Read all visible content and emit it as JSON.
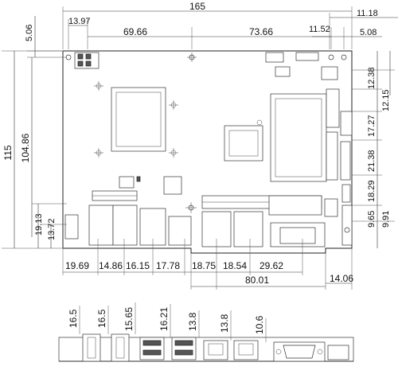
{
  "drawing": {
    "top_dimensions": {
      "overall_width": "165",
      "right_offset": "11.18",
      "left_hole_offset": "13.97",
      "hole_span_1": "69.66",
      "hole_span_2": "73.66",
      "right_hole_span": "11.52",
      "right_edge_offset": "5.08",
      "top_offset": "5.06"
    },
    "left_dimensions": {
      "overall_height": "115",
      "hole_height": "104.86",
      "lower_offset_1": "19.13",
      "lower_offset_2": "13.72"
    },
    "right_dimensions": {
      "d1": "12.38",
      "d2": "12.15",
      "d3": "17.27",
      "d4": "21.38",
      "d5": "18.29",
      "d6": "9.65",
      "d7": "9.91"
    },
    "bottom_dimensions": {
      "c1": "19.69",
      "c2": "14.86",
      "c3": "16.15",
      "c4": "17.78",
      "c5": "18.75",
      "c6": "18.54",
      "c7": "29.62",
      "span": "80.01",
      "right": "14.06"
    },
    "io_heights": {
      "h1": "16.5",
      "h2": "16.5",
      "h3": "15.65",
      "h4": "16.21",
      "h5": "13.8",
      "h6": "13.8",
      "h7": "10.6"
    }
  }
}
